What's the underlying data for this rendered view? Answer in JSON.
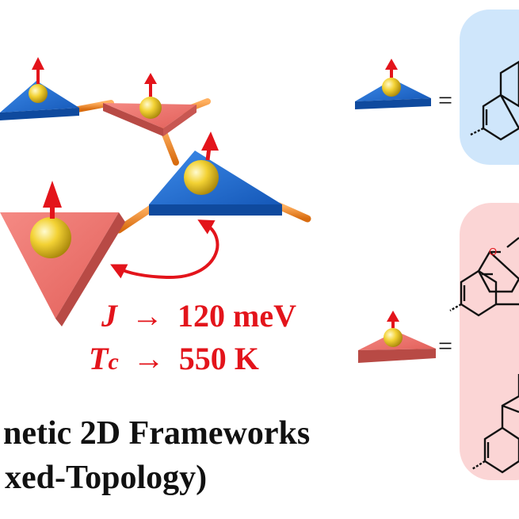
{
  "annotation": {
    "coupling_symbol": "J",
    "coupling_arrow": "→",
    "coupling_value": "120 meV",
    "tc_symbol": "T",
    "tc_subscript": "c",
    "tc_arrow": "→",
    "tc_value": "550 K"
  },
  "title": {
    "line1": "netic 2D Frameworks",
    "line2": "xed-Topology)"
  },
  "legend": {
    "equals": "=",
    "heteroatom_label": "O"
  },
  "colors": {
    "blue_triangle": "#1f6fd1",
    "red_triangle": "#e8706b",
    "blue_panel": "#cfe6fb",
    "red_panel": "#fbd5d5",
    "spin_arrow": "#e3141b",
    "spin_sphere": "#f1cf2a",
    "linker": "#f08a24"
  }
}
